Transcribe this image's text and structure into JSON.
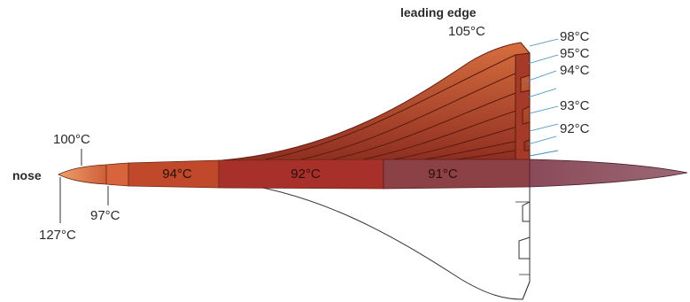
{
  "labels": {
    "leading_edge": "leading edge",
    "nose": "nose",
    "nose_tip_temp": "127°C",
    "nose_upper_temp": "100°C",
    "nose_lower_temp": "97°C",
    "leading_edge_temp": "105°C"
  },
  "fuselage_segments": [
    {
      "label": "94°C",
      "color": "#c0492c"
    },
    {
      "label": "92°C",
      "color": "#a8302a"
    },
    {
      "label": "91°C",
      "color": "#8b4146"
    }
  ],
  "wing_temps": [
    "98°C",
    "95°C",
    "94°C",
    "93°C",
    "92°C"
  ],
  "colors": {
    "nose_tip": "#e7874f",
    "wing_light": "#d26a3c",
    "wing_dark": "#8f2f22",
    "tail": "#8c5060",
    "leader_line": "#3b8fc4"
  }
}
